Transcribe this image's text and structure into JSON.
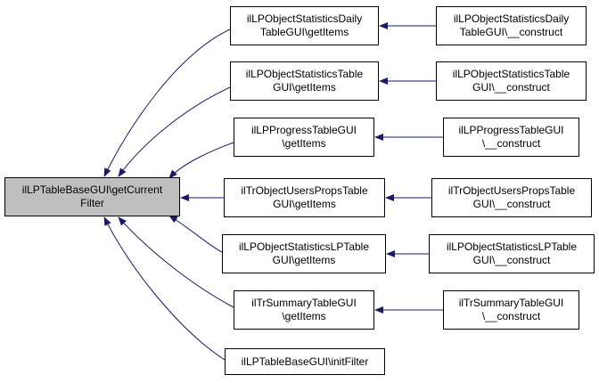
{
  "graph": {
    "root": {
      "id": "root",
      "lines": [
        "ilLPTableBaseGUI\\getCurrent",
        "Filter"
      ]
    },
    "callers": [
      {
        "id": "c1",
        "lines": [
          "ilLPObjectStatisticsDaily",
          "TableGUI\\getItems"
        ]
      },
      {
        "id": "c2",
        "lines": [
          "ilLPObjectStatisticsTable",
          "GUI\\getItems"
        ]
      },
      {
        "id": "c3",
        "lines": [
          "ilLPProgressTableGUI",
          "\\getItems"
        ]
      },
      {
        "id": "c4",
        "lines": [
          "ilTrObjectUsersPropsTable",
          "GUI\\getItems"
        ]
      },
      {
        "id": "c5",
        "lines": [
          "ilLPObjectStatisticsLPTable",
          "GUI\\getItems"
        ]
      },
      {
        "id": "c6",
        "lines": [
          "ilTrSummaryTableGUI",
          "\\getItems"
        ]
      },
      {
        "id": "c7",
        "lines": [
          "ilLPTableBaseGUI\\initFilter"
        ]
      }
    ],
    "constructors": [
      {
        "id": "k1",
        "lines": [
          "ilLPObjectStatisticsDaily",
          "TableGUI\\__construct"
        ]
      },
      {
        "id": "k2",
        "lines": [
          "ilLPObjectStatisticsTable",
          "GUI\\__construct"
        ]
      },
      {
        "id": "k3",
        "lines": [
          "ilLPProgressTableGUI",
          "\\__construct"
        ]
      },
      {
        "id": "k4",
        "lines": [
          "ilTrObjectUsersPropsTable",
          "GUI\\__construct"
        ]
      },
      {
        "id": "k5",
        "lines": [
          "ilLPObjectStatisticsLPTable",
          "GUI\\__construct"
        ]
      },
      {
        "id": "k6",
        "lines": [
          "ilTrSummaryTableGUI",
          "\\__construct"
        ]
      }
    ],
    "edge_color": "#191970"
  }
}
